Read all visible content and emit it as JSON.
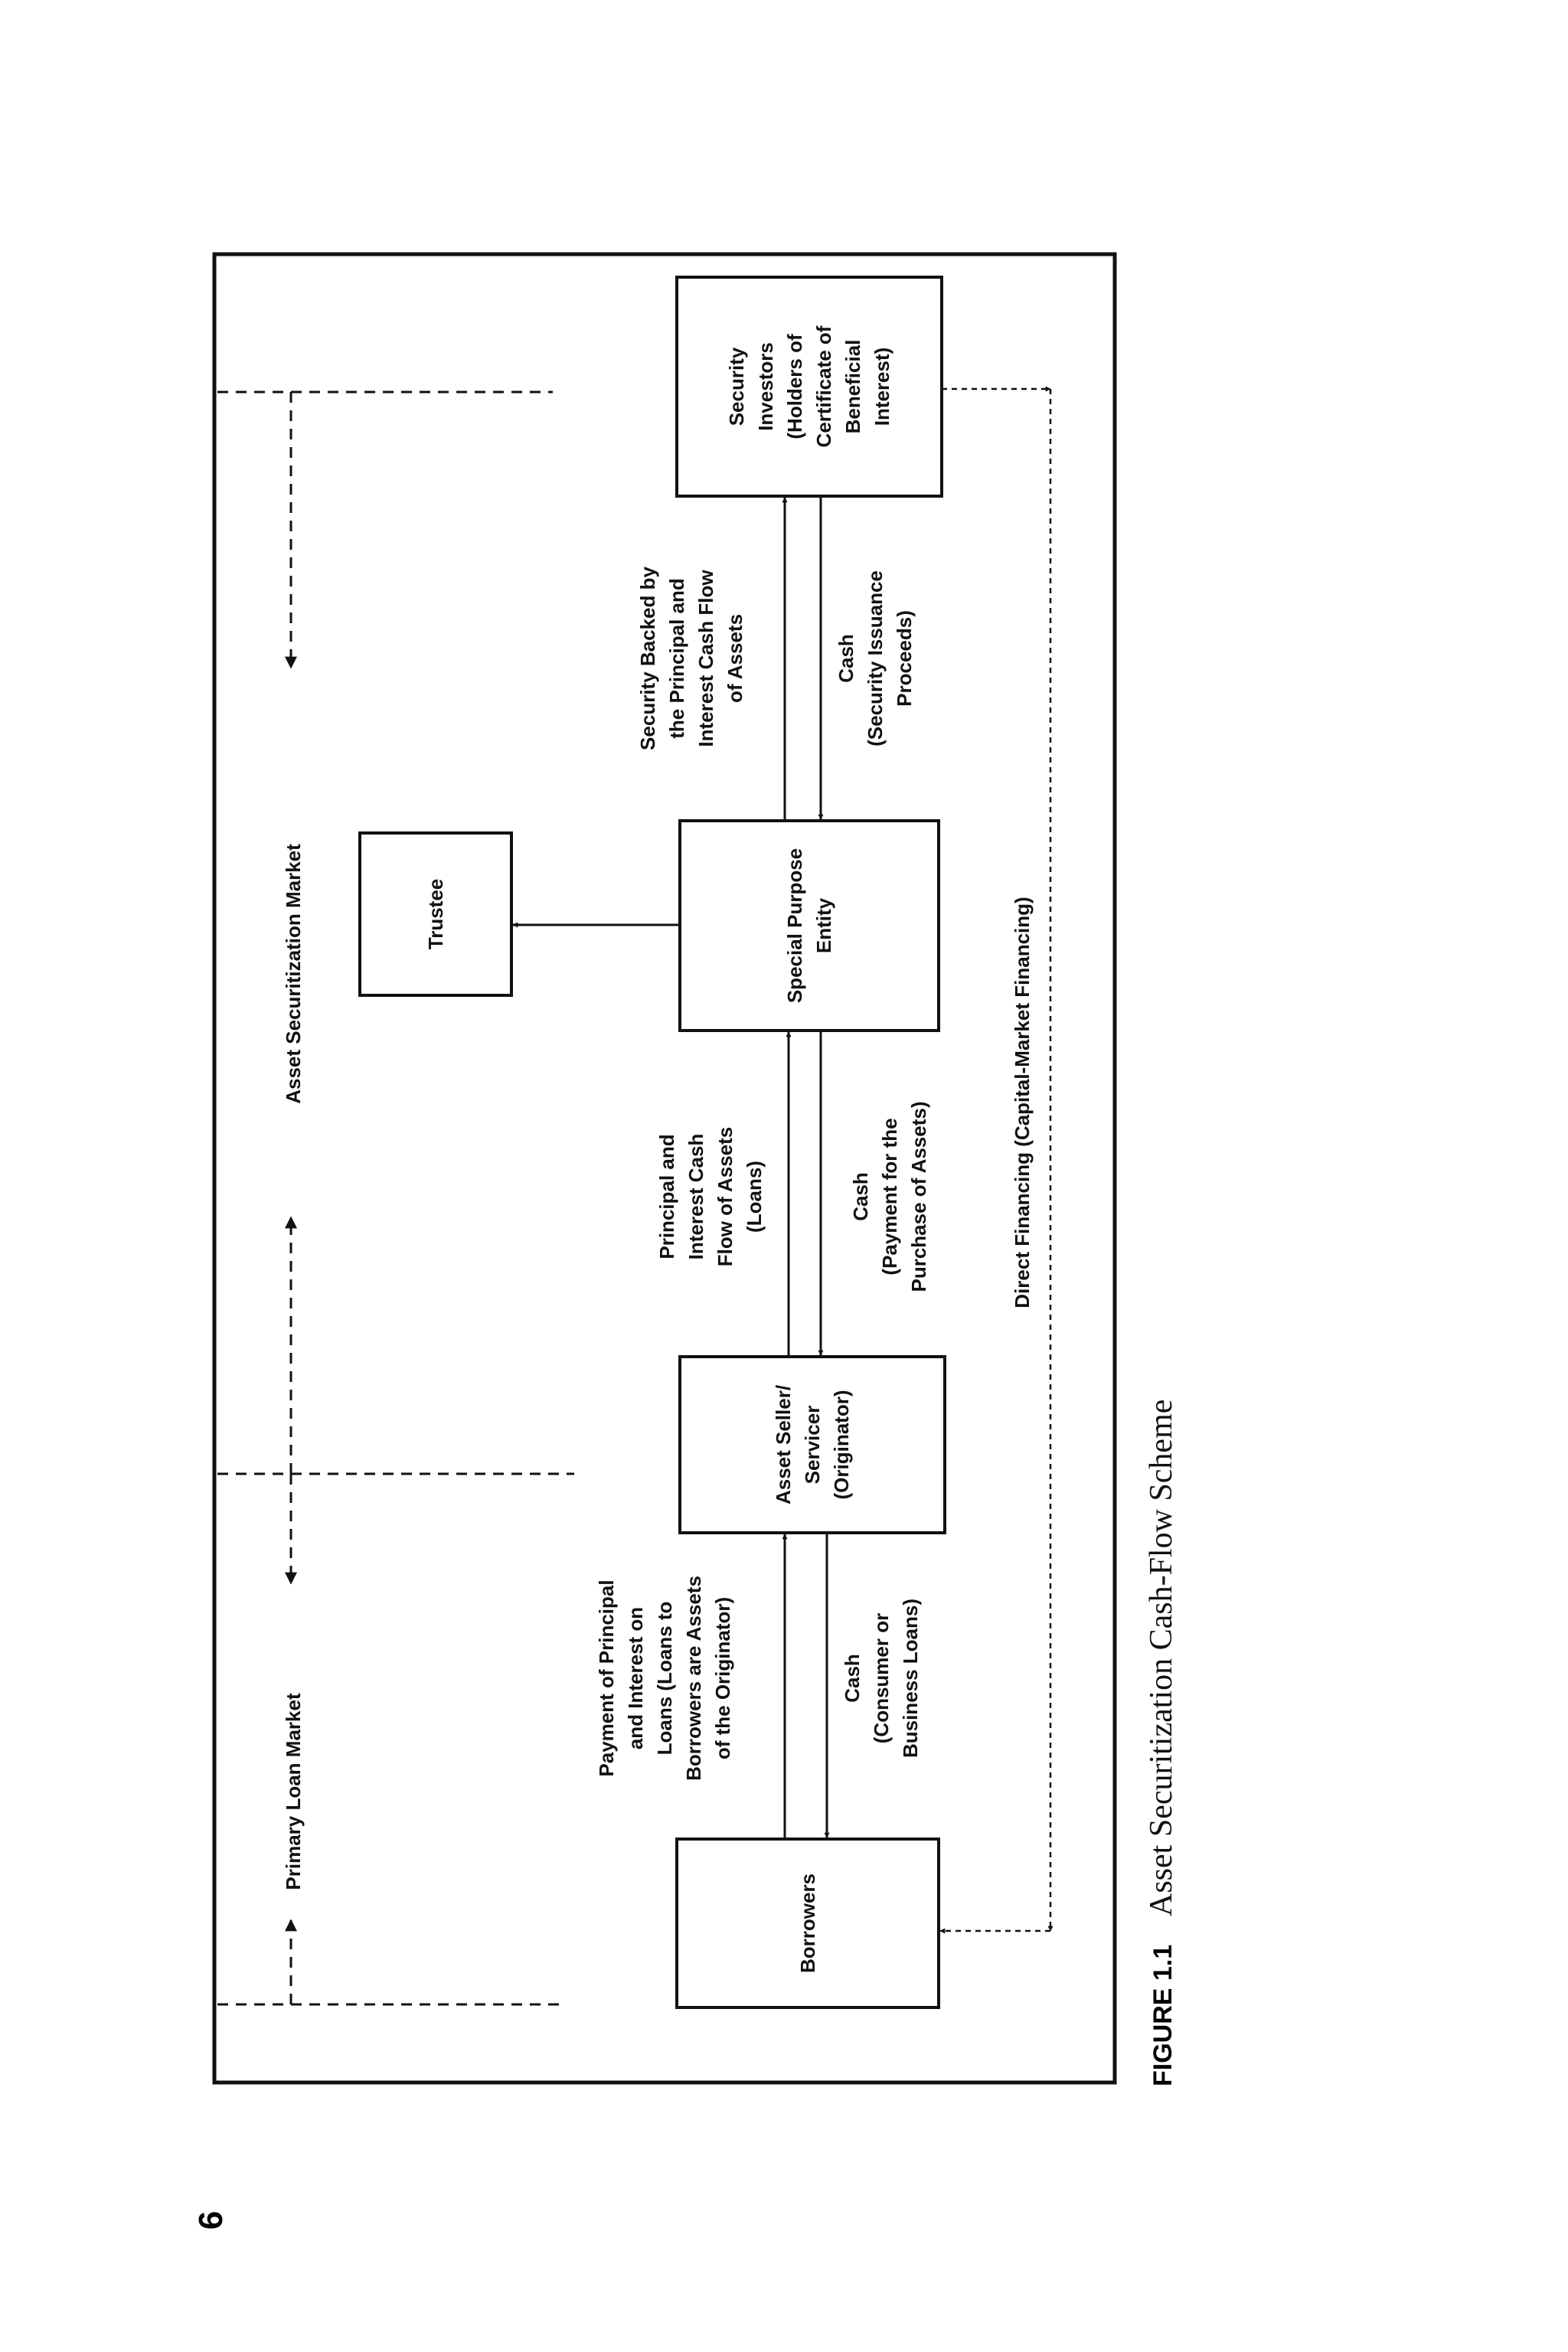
{
  "page_number": "6",
  "caption": {
    "label": "FIGURE 1.1",
    "title": "Asset Securitization Cash-Flow Scheme"
  },
  "markets": {
    "primary": "Primary Loan Market",
    "securitization": "Asset Securitization Market"
  },
  "nodes": {
    "borrowers": [
      "Borrowers"
    ],
    "originator": [
      "Asset Seller/",
      "Servicer",
      "(Originator)"
    ],
    "spe": [
      "Special Purpose",
      "Entity"
    ],
    "trustee": [
      "Trustee"
    ],
    "investors": [
      "Security",
      "Investors",
      "(Holders of",
      "Certificate of",
      "Beneficial",
      "Interest)"
    ]
  },
  "flows": {
    "borrowers_to_originator": [
      "Payment of Principal",
      "and Interest on",
      "Loans (Loans to",
      "Borrowers are Assets",
      "of the Originator)"
    ],
    "originator_to_borrowers": [
      "Cash",
      "(Consumer or",
      "Business Loans)"
    ],
    "originator_to_spe": [
      "Principal and",
      "Interest Cash",
      "Flow of Assets",
      "(Loans)"
    ],
    "spe_to_originator": [
      "Cash",
      "(Payment for the",
      "Purchase of Assets)"
    ],
    "spe_to_investors": [
      "Security Backed by",
      "the Principal and",
      "Interest Cash Flow",
      "of Assets"
    ],
    "investors_to_spe": [
      "Cash",
      "(Security Issuance",
      "Proceeds)"
    ],
    "direct_financing": "Direct Financing (Capital-Market Financing)"
  }
}
